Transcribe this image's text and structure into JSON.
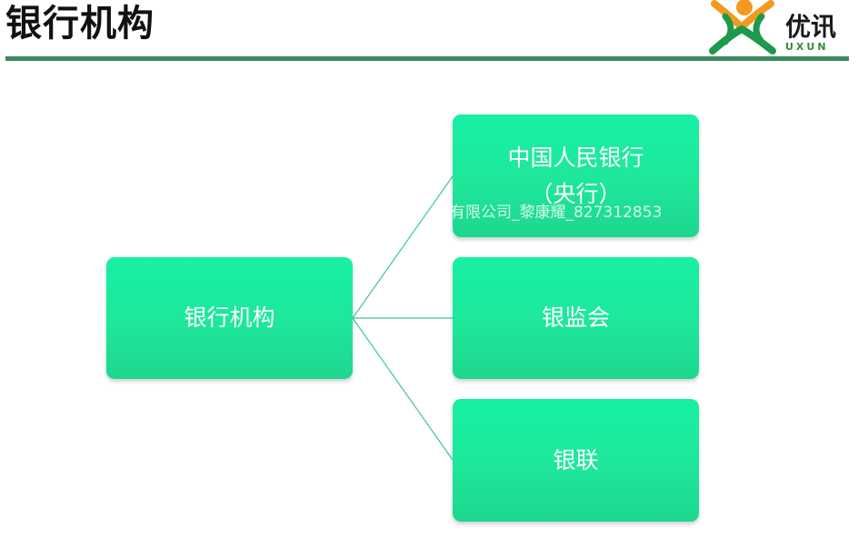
{
  "slide": {
    "title": "银行机构"
  },
  "logo": {
    "name": "优讯",
    "sub": "UXUN"
  },
  "diagram": {
    "root": "银行机构",
    "children": [
      {
        "line1": "中国人民银行",
        "line2": "（央行）"
      },
      {
        "line1": "银监会"
      },
      {
        "line1": "银联"
      }
    ]
  },
  "watermark": "r有限公司_黎康耀_827312853",
  "colors": {
    "node_fill": "#1ee79a",
    "connector": "#3fc890",
    "title_rule": "#3b8a5e",
    "logo_orange": "#f39a1e",
    "logo_green": "#1b9a4b"
  }
}
